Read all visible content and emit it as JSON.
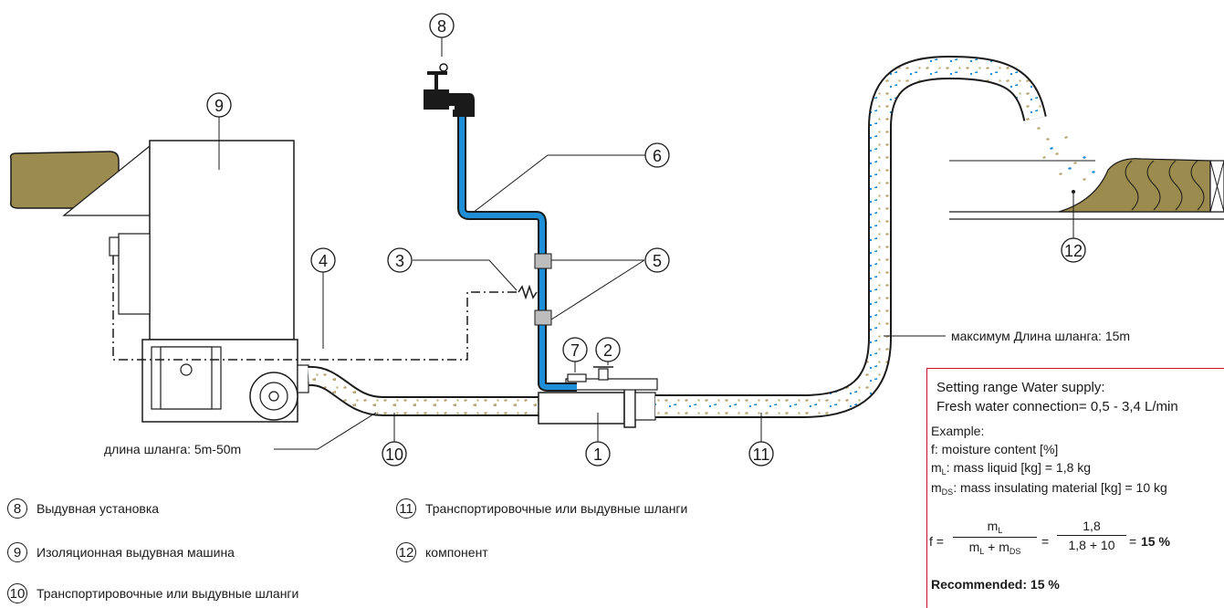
{
  "callouts": {
    "n1": "1",
    "n2": "2",
    "n3": "3",
    "n4": "4",
    "n5": "5",
    "n6": "6",
    "n7": "7",
    "n8": "8",
    "n9": "9",
    "n10": "10",
    "n11": "11",
    "n12": "12"
  },
  "labels": {
    "max_hose": "максимум Длина шланга: 15m",
    "hose_length": "длина шланга: 5m-50m"
  },
  "legend": [
    {
      "num": "8",
      "text": "Выдувная установка"
    },
    {
      "num": "9",
      "text": "Изоляционная выдувная машина"
    },
    {
      "num": "10",
      "text": "Транспортировочные или выдувные шланги"
    },
    {
      "num": "11",
      "text": "Транспортировочные или выдувные шланги"
    },
    {
      "num": "12",
      "text": "компонент"
    }
  ],
  "info_box": {
    "title": "Setting range Water supply:",
    "fresh_water": "Fresh water connection= 0,5 - 3,4 L/min",
    "example": "Example:",
    "f_def": "f: moisture content [%]",
    "mL_prefix": "m",
    "mL_sub": "L",
    "mL_def": ": mass liquid [kg] = 1,8 kg",
    "mDS_prefix": "m",
    "mDS_sub": "DS",
    "mDS_def": ": mass insulating material [kg] = 10 kg",
    "f_eq": "f =",
    "num1": "m",
    "num1_sub": "L",
    "den1": "m",
    "den1_sub1": "L",
    "den1_plus": " + m",
    "den1_sub2": "DS",
    "eq2": "=",
    "num2": "1,8",
    "den2": "1,8 + 10",
    "eq3": "=",
    "result": "15 %",
    "recommended": "Recommended: 15 %"
  },
  "colors": {
    "water": "#1e8fd6",
    "insulation": "#c8b98a",
    "accent_box": "#c8102e"
  }
}
